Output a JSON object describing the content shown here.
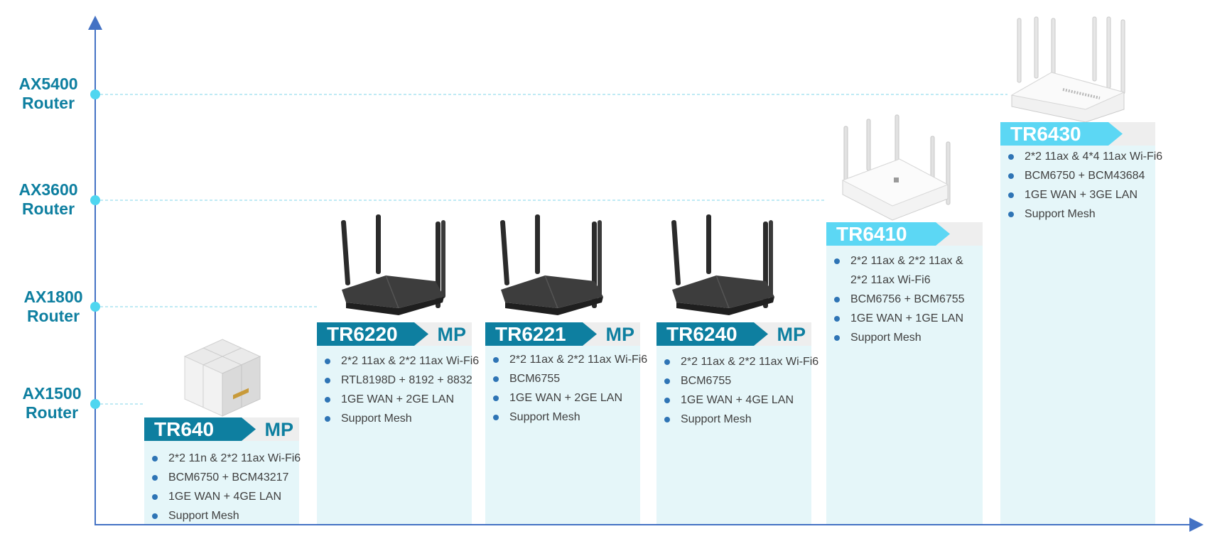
{
  "tiers": [
    {
      "name": "AX5400",
      "sub": "Router"
    },
    {
      "name": "AX3600",
      "sub": "Router"
    },
    {
      "name": "AX1800",
      "sub": "Router"
    },
    {
      "name": "AX1500",
      "sub": "Router"
    }
  ],
  "products": [
    {
      "model": "TR640",
      "badge": "MP",
      "image": "mesh-cube-icon",
      "features": [
        "2*2 11n & 2*2 11ax Wi-Fi6",
        "BCM6750 + BCM43217",
        "1GE WAN + 4GE LAN",
        "Support Mesh"
      ]
    },
    {
      "model": "TR6220",
      "badge": "MP",
      "image": "black-router-icon",
      "features": [
        "2*2 11ax & 2*2 11ax Wi-Fi6",
        "RTL8198D + 8192 + 8832",
        "1GE WAN + 2GE LAN",
        "Support Mesh"
      ]
    },
    {
      "model": "TR6221",
      "badge": "MP",
      "image": "black-router-icon",
      "features": [
        "2*2 11ax & 2*2 11ax Wi-Fi6",
        "BCM6755",
        "1GE WAN + 2GE LAN",
        "Support Mesh"
      ]
    },
    {
      "model": "TR6240",
      "badge": "MP",
      "image": "black-router-icon",
      "features": [
        "2*2 11ax & 2*2 11ax Wi-Fi6",
        "BCM6755",
        "1GE WAN + 4GE LAN",
        "Support Mesh"
      ]
    },
    {
      "model": "TR6410",
      "badge": "",
      "image": "white-router-icon",
      "features": [
        "2*2 11ax & 2*2 11ax &",
        "2*2 11ax Wi-Fi6",
        "BCM6756 + BCM6755",
        "1GE WAN + 1GE LAN",
        "Support Mesh"
      ]
    },
    {
      "model": "TR6430",
      "badge": "",
      "image": "white-router-large-icon",
      "features": [
        "2*2 11ax & 4*4 11ax Wi-Fi6",
        "BCM6750 + BCM43684",
        "1GE WAN + 3GE LAN",
        "Support Mesh"
      ]
    }
  ],
  "colors": {
    "axis": "#4472c4",
    "tier_dot": "#4fd6f0",
    "dark_teal": "#0e7fa0",
    "light_cyan": "#5cd7f4",
    "card_bg": "#e5f6f9"
  }
}
